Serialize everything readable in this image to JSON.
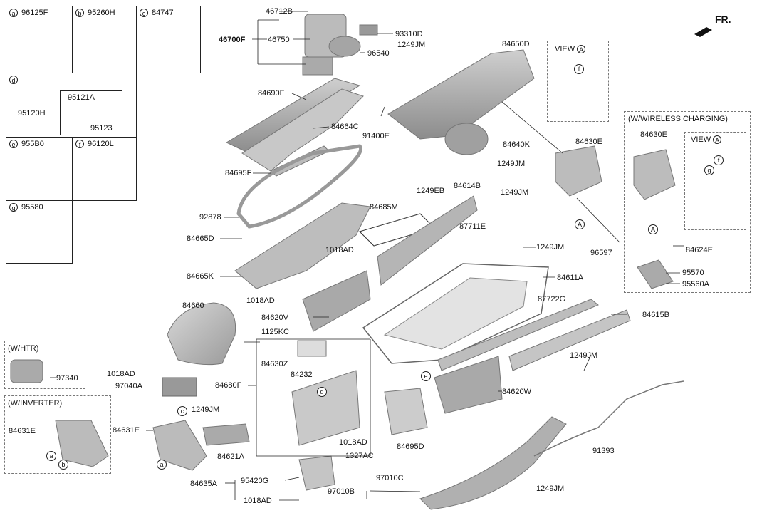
{
  "header": {
    "fr_label": "FR."
  },
  "legend": [
    {
      "letter": "a",
      "part": "96125F"
    },
    {
      "letter": "b",
      "part": "95260H"
    },
    {
      "letter": "c",
      "part": "84747"
    },
    {
      "letter": "d",
      "part": "95120H",
      "sub": [
        "95121A",
        "95123"
      ]
    },
    {
      "letter": "e",
      "part": "955B0"
    },
    {
      "letter": "f",
      "part": "96120L"
    },
    {
      "letter": "g",
      "part": "95580"
    }
  ],
  "boxes": {
    "view_a": {
      "title": "VIEW",
      "letter": "A",
      "inner_letter": "f"
    },
    "wireless": {
      "title": "(W/WIRELESS CHARGING)",
      "view_title": "VIEW",
      "view_letter": "A",
      "letters": [
        "g",
        "f"
      ],
      "part": "84630E",
      "arrow_letter": "A"
    },
    "htr": {
      "title": "(W/HTR)",
      "part": "97340"
    },
    "inverter": {
      "title": "(W/INVERTER)",
      "part": "84631E",
      "letters": [
        "a",
        "b"
      ]
    }
  },
  "labels": {
    "l46712B": "46712B",
    "l46700F": "46700F",
    "l46750": "46750",
    "l93310D": "93310D",
    "l1249JM_a": "1249JM",
    "l96540": "96540",
    "l84650D": "84650D",
    "l84690F": "84690F",
    "l84664C": "84664C",
    "l91400E": "91400E",
    "l84640K": "84640K",
    "l1249JM_b": "1249JM",
    "l84630E": "84630E",
    "l1249JM_c": "1249JM",
    "l84695F": "84695F",
    "l1249EB": "1249EB",
    "l84614B": "84614B",
    "l92878": "92878",
    "l84685M": "84685M",
    "l87711E": "87711E",
    "l84665D": "84665D",
    "l1018AD_a": "1018AD",
    "l1249JM_d": "1249JM",
    "l96597": "96597",
    "l84665K": "84665K",
    "l84611A": "84611A",
    "l1018AD_b": "1018AD",
    "l87722G": "87722G",
    "l84660": "84660",
    "l84620V": "84620V",
    "l84615B": "84615B",
    "l1125KC": "1125KC",
    "l84630Z": "84630Z",
    "l1249JM_e": "1249JM",
    "l84232": "84232",
    "l1018AD_c": "1018AD",
    "l84680F": "84680F",
    "l97040A": "97040A",
    "l84620W": "84620W",
    "l1249JM_f": "1249JM",
    "l84631E": "84631E",
    "l84621A": "84621A",
    "l1018AD_d": "1018AD",
    "l84695D": "84695D",
    "l1327AC": "1327AC",
    "l91393": "91393",
    "l95420G": "95420G",
    "l97010C": "97010C",
    "l84635A": "84635A",
    "l97010B": "97010B",
    "l1249JM_g": "1249JM",
    "l1018AD_e": "1018AD",
    "l84624E": "84624E",
    "l95570": "95570",
    "l95560A": "95560A"
  }
}
